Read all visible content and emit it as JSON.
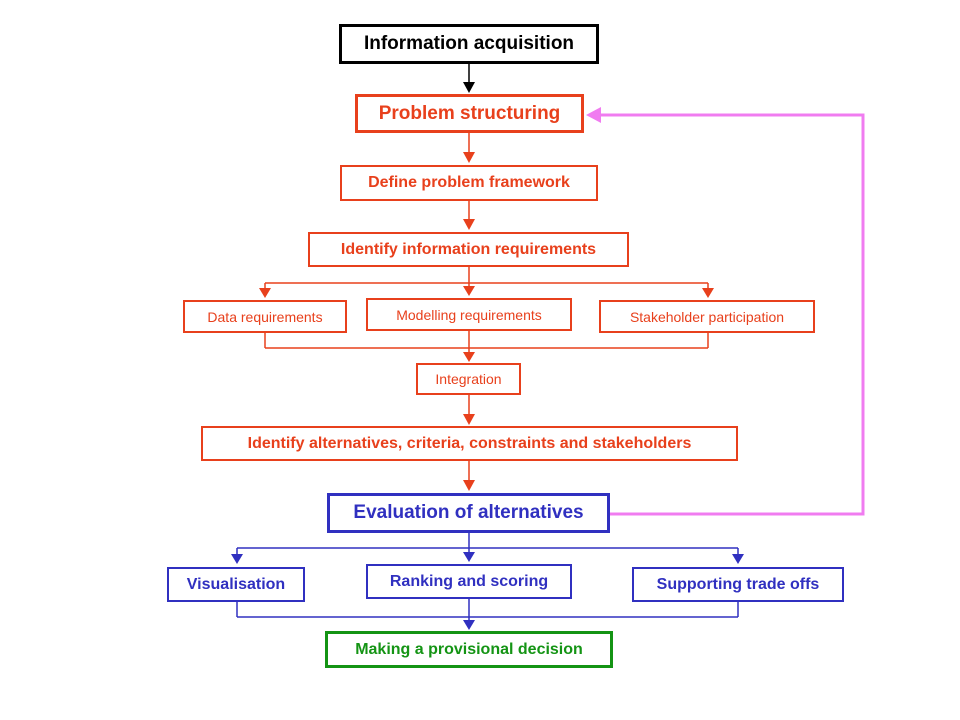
{
  "colors": {
    "black": "#000000",
    "red": "#e8401c",
    "blue": "#3030c0",
    "green": "#149414",
    "feedback": "#f07cf0"
  },
  "nodes": {
    "information_acquisition": "Information acquisition",
    "problem_structuring": "Problem structuring",
    "define_problem_framework": "Define problem framework",
    "identify_information_requirements": "Identify information requirements",
    "data_requirements": "Data requirements",
    "modelling_requirements": "Modelling requirements",
    "stakeholder_participation": "Stakeholder participation",
    "integration": "Integration",
    "identify_alternatives": "Identify alternatives, criteria, constraints and stakeholders",
    "evaluation_of_alternatives": "Evaluation of alternatives",
    "visualisation": "Visualisation",
    "ranking_and_scoring": "Ranking and scoring",
    "supporting_trade_offs": "Supporting trade offs",
    "making_provisional_decision": "Making a provisional decision"
  }
}
